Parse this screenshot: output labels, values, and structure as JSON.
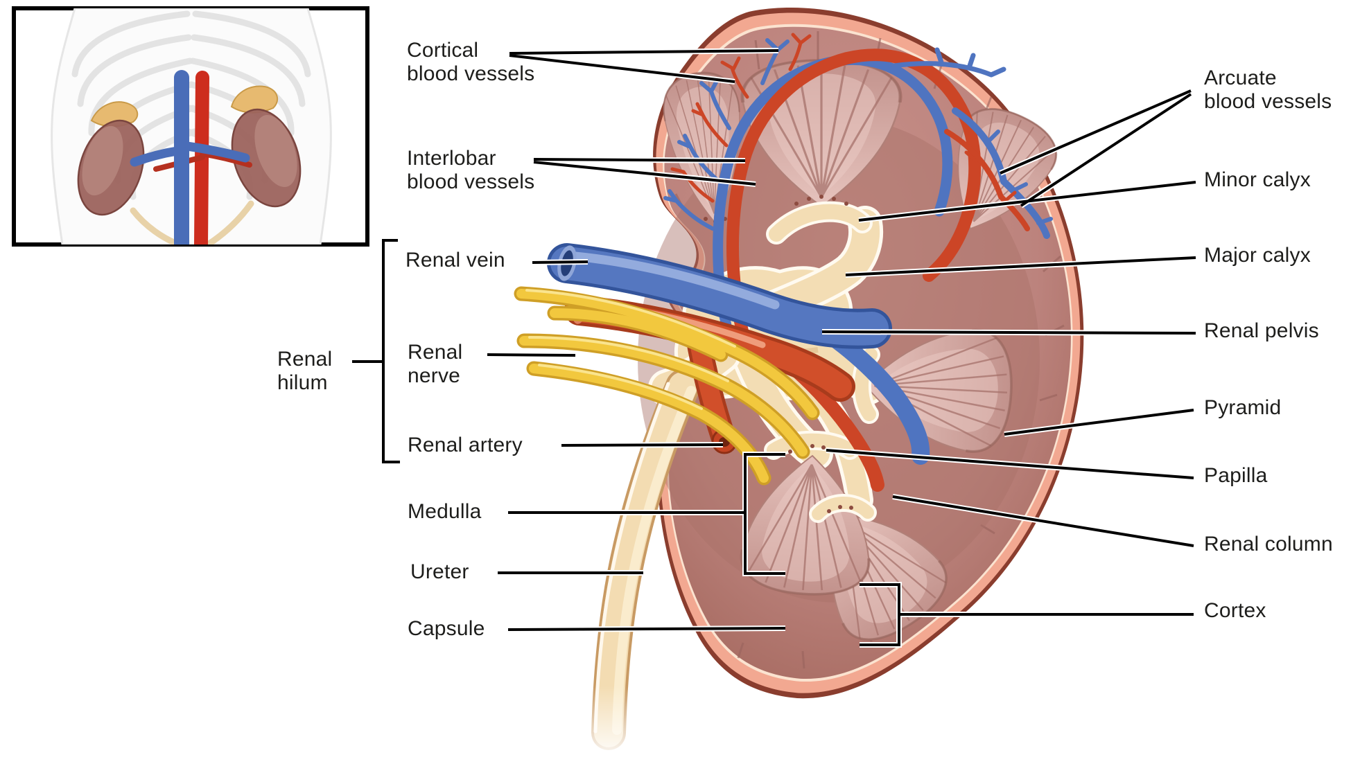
{
  "labels": {
    "cortical_blood_vessels": "Cortical\nblood vessels",
    "interlobar_blood_vessels": "Interlobar\nblood vessels",
    "renal_vein": "Renal vein",
    "renal_nerve": "Renal\nnerve",
    "renal_hilum": "Renal\nhilum",
    "renal_artery": "Renal artery",
    "medulla": "Medulla",
    "ureter": "Ureter",
    "capsule": "Capsule",
    "arcuate_blood_vessels": "Arcuate\nblood vessels",
    "minor_calyx": "Minor calyx",
    "major_calyx": "Major calyx",
    "renal_pelvis": "Renal pelvis",
    "pyramid": "Pyramid",
    "papilla": "Papilla",
    "renal_column": "Renal column",
    "cortex": "Cortex"
  },
  "colors": {
    "artery_red": "#d14f2a",
    "vein_blue": "#5577c0",
    "nerve_yellow": "#f2c83e",
    "calyx_beige": "#f3ddb4",
    "cortex_mauve": "#bc837d",
    "capsule_salmon": "#f2a891",
    "leader_line": "#000000",
    "label_text": "#1d1d1b",
    "background": "#ffffff"
  }
}
